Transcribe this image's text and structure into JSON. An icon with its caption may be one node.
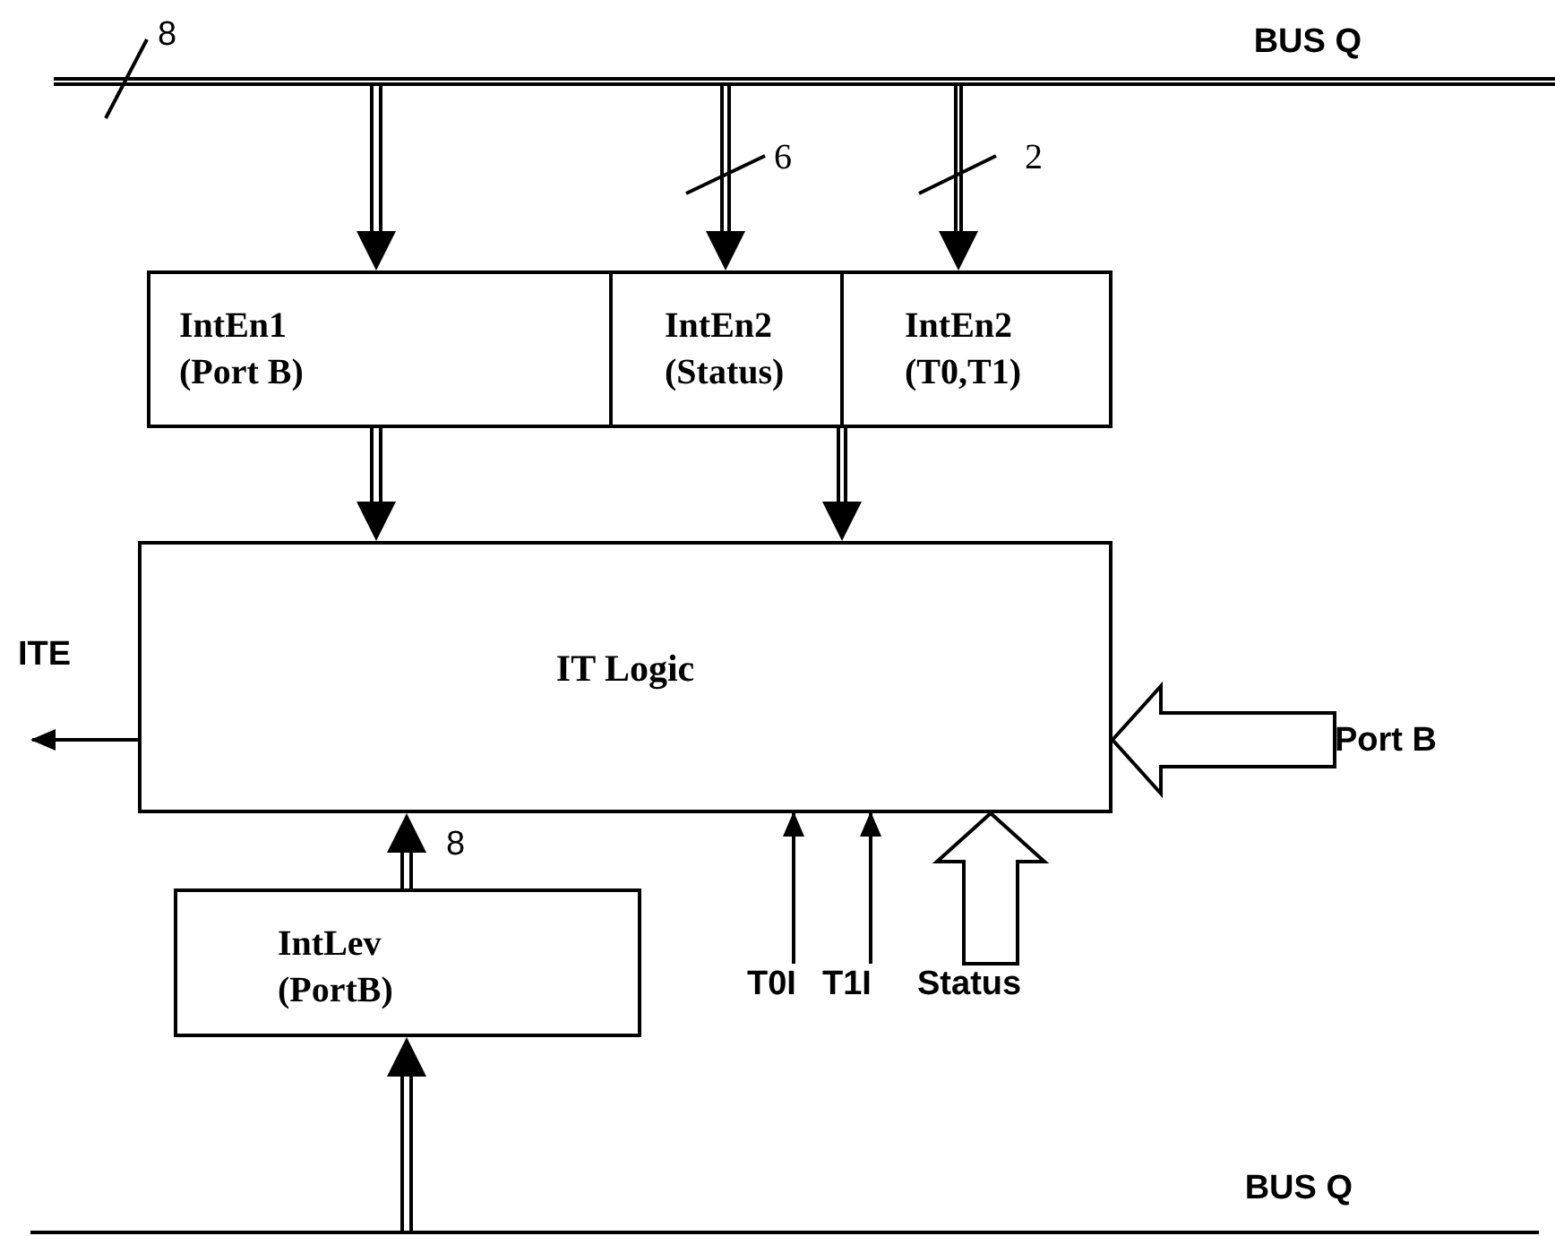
{
  "diagram": {
    "nodes": [
      {
        "text": [
          "BUS Q"
        ]
      },
      {
        "text": [
          "IntEn1 (Port B)"
        ]
      },
      {
        "text": [
          "IntEn2 (Status)"
        ]
      },
      {
        "text": [
          "IntEn2 (T0,T1)"
        ]
      },
      {
        "text": [
          "IT Logic"
        ]
      },
      {
        "text": [
          "Port B"
        ]
      },
      {
        "text": [
          "Status"
        ]
      },
      {
        "text": [
          "T0I"
        ]
      },
      {
        "text": [
          "T1I"
        ]
      },
      {
        "text": [
          "IntLev (PortB)"
        ]
      },
      {
        "text": [
          "BUS Q"
        ]
      }
    ],
    "edges": [
      {
        "from": 0,
        "to": 1,
        "arrow": "to"
      },
      {
        "from": 0,
        "to": 2,
        "arrow": "to",
        "label": "6"
      },
      {
        "from": 0,
        "to": 3,
        "arrow": "to",
        "label": "2"
      },
      {
        "from": 1,
        "to": 4,
        "arrow": "to"
      },
      {
        "from": 2,
        "to": 4,
        "arrow": "to"
      },
      {
        "from": 4,
        "to": null,
        "arrow": "to"
      },
      {
        "from": 5,
        "to": 4,
        "arrow": "to",
        "style": "thick"
      },
      {
        "from": 7,
        "to": 4,
        "arrow": "to"
      },
      {
        "from": 8,
        "to": 4,
        "arrow": "to"
      },
      {
        "from": 6,
        "to": 4,
        "arrow": "to",
        "style": "thick"
      },
      {
        "from": 9,
        "to": 4,
        "arrow": "to",
        "label": "8"
      },
      {
        "from": 10,
        "to": 9,
        "arrow": "to"
      }
    ],
    "labels": [
      "8",
      "ITE"
    ]
  }
}
